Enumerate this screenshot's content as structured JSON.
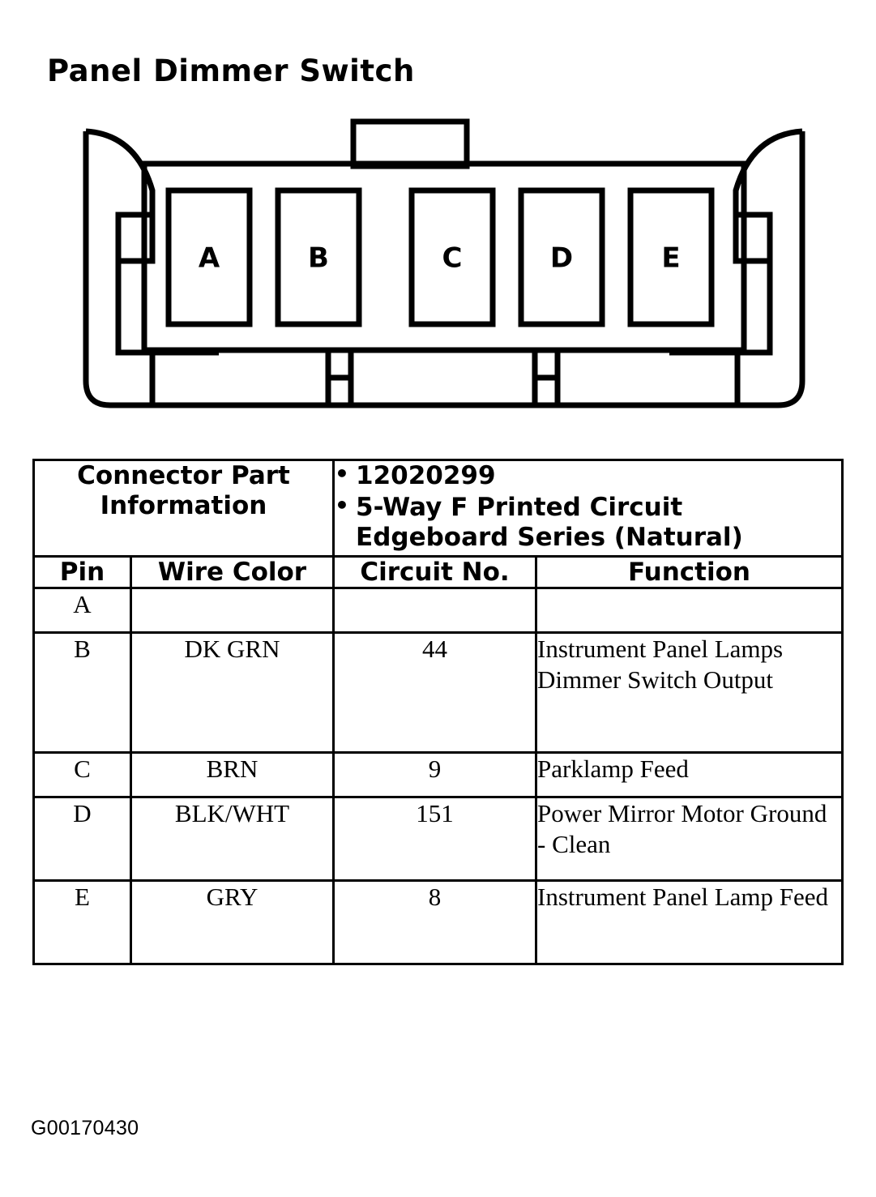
{
  "page": {
    "title": "Panel Dimmer Switch",
    "figure_code": "G00170430"
  },
  "connector": {
    "pins": [
      {
        "label": "A"
      },
      {
        "label": "B"
      },
      {
        "label": "C"
      },
      {
        "label": "D"
      },
      {
        "label": "E"
      }
    ]
  },
  "table": {
    "connector_part_information": {
      "label": "Connector Part Information",
      "values": [
        "12020299",
        "5-Way F Printed Circuit Edgeboard Series (Natural)"
      ]
    },
    "headers": {
      "pin": "Pin",
      "wire_color": "Wire Color",
      "circuit_no": "Circuit No.",
      "function": "Function"
    },
    "rows": [
      {
        "pin": "A",
        "wire_color": "",
        "circuit_no": "",
        "function": ""
      },
      {
        "pin": "B",
        "wire_color": "DK GRN",
        "circuit_no": "44",
        "function": "Instrument Panel Lamps Dimmer Switch Output"
      },
      {
        "pin": "C",
        "wire_color": "BRN",
        "circuit_no": "9",
        "function": "Parklamp Feed"
      },
      {
        "pin": "D",
        "wire_color": "BLK/WHT",
        "circuit_no": "151",
        "function": "Power Mirror Motor Ground - Clean"
      },
      {
        "pin": "E",
        "wire_color": "GRY",
        "circuit_no": "8",
        "function": "Instrument Panel Lamp Feed"
      }
    ]
  },
  "colors": {
    "ink": "#000000",
    "paper": "#ffffff"
  }
}
